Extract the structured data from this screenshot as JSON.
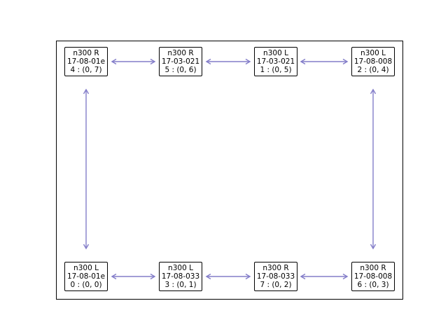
{
  "figure": {
    "background": "#ffffff"
  },
  "colors": {
    "arrow": "#837dc9",
    "box_border": "#000000",
    "frame_border": "#000000",
    "text": "#000000"
  },
  "nodes": [
    {
      "type": "n300 R",
      "serial": "17-08-01e",
      "label": "4 : (0, 7)"
    },
    {
      "type": "n300 R",
      "serial": "17-03-021",
      "label": "5 : (0, 6)"
    },
    {
      "type": "n300 L",
      "serial": "17-03-021",
      "label": "1 : (0, 5)"
    },
    {
      "type": "n300 L",
      "serial": "17-08-008",
      "label": "2 : (0, 4)"
    },
    {
      "type": "n300 L",
      "serial": "17-08-01e",
      "label": "0 : (0, 0)"
    },
    {
      "type": "n300 L",
      "serial": "17-08-033",
      "label": "3 : (0, 1)"
    },
    {
      "type": "n300 R",
      "serial": "17-08-033",
      "label": "7 : (0, 2)"
    },
    {
      "type": "n300 R",
      "serial": "17-08-008",
      "label": "6 : (0, 3)"
    }
  ],
  "edges": [
    [
      "4",
      "5"
    ],
    [
      "5",
      "1"
    ],
    [
      "1",
      "2"
    ],
    [
      "0",
      "3"
    ],
    [
      "3",
      "7"
    ],
    [
      "7",
      "6"
    ],
    [
      "4",
      "0"
    ],
    [
      "2",
      "6"
    ]
  ]
}
